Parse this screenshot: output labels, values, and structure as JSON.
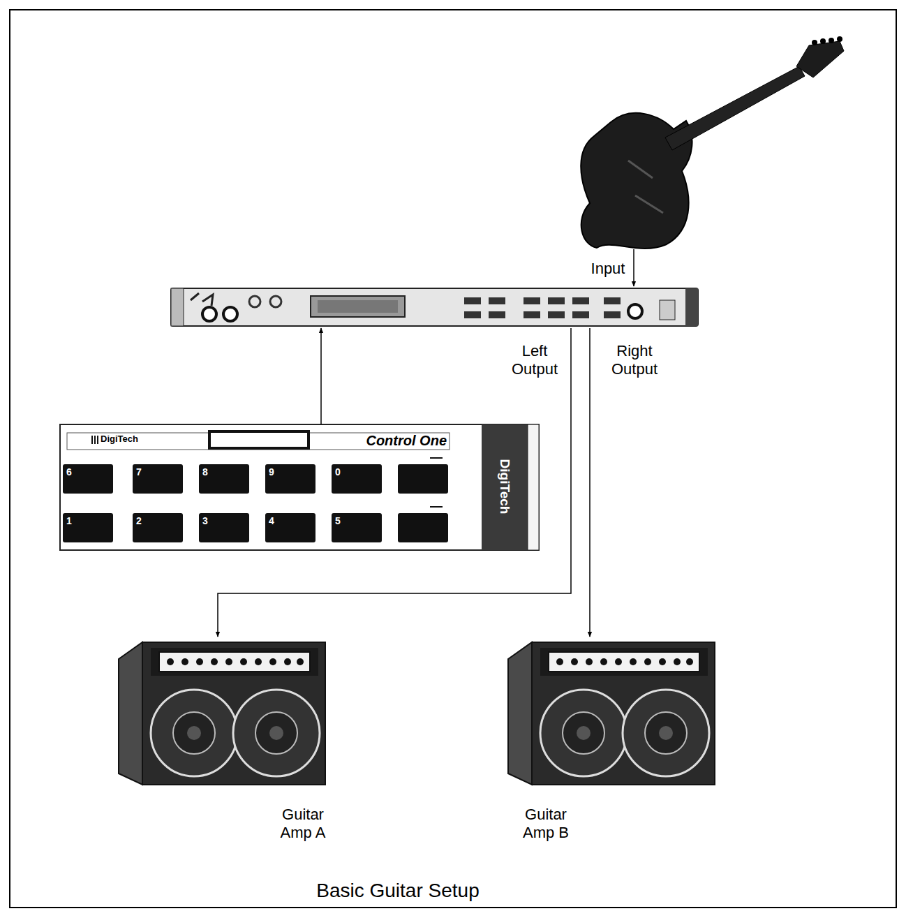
{
  "diagram": {
    "caption": "Basic Guitar Setup",
    "nodes": [
      {
        "text": []
      },
      {
        "text": []
      },
      {
        "text": [
          "DigiTech",
          "Control One",
          "DigiTech"
        ]
      },
      {
        "text": [
          "6"
        ],
        "in": 2
      },
      {
        "text": [
          "7"
        ],
        "in": 2
      },
      {
        "text": [
          "8"
        ],
        "in": 2
      },
      {
        "text": [
          "9"
        ],
        "in": 2
      },
      {
        "text": [
          "0"
        ],
        "in": 2
      },
      {
        "text": [
          "1"
        ],
        "in": 2
      },
      {
        "text": [
          "2"
        ],
        "in": 2
      },
      {
        "text": [
          "3"
        ],
        "in": 2
      },
      {
        "text": [
          "4"
        ],
        "in": 2
      },
      {
        "text": [
          "5"
        ],
        "in": 2
      },
      {
        "text": [
          "Guitar Amp A"
        ]
      },
      {
        "text": [
          "Guitar Amp B"
        ]
      }
    ],
    "edges": [
      {
        "from": 0,
        "to": 1,
        "arrow": "to",
        "label": "Input"
      },
      {
        "from": 2,
        "to": 1,
        "arrow": "to"
      },
      {
        "from": 1,
        "to": 13,
        "arrow": "to",
        "label": "Left Output"
      },
      {
        "from": 1,
        "to": 14,
        "arrow": "to",
        "label": "Right Output"
      }
    ]
  }
}
